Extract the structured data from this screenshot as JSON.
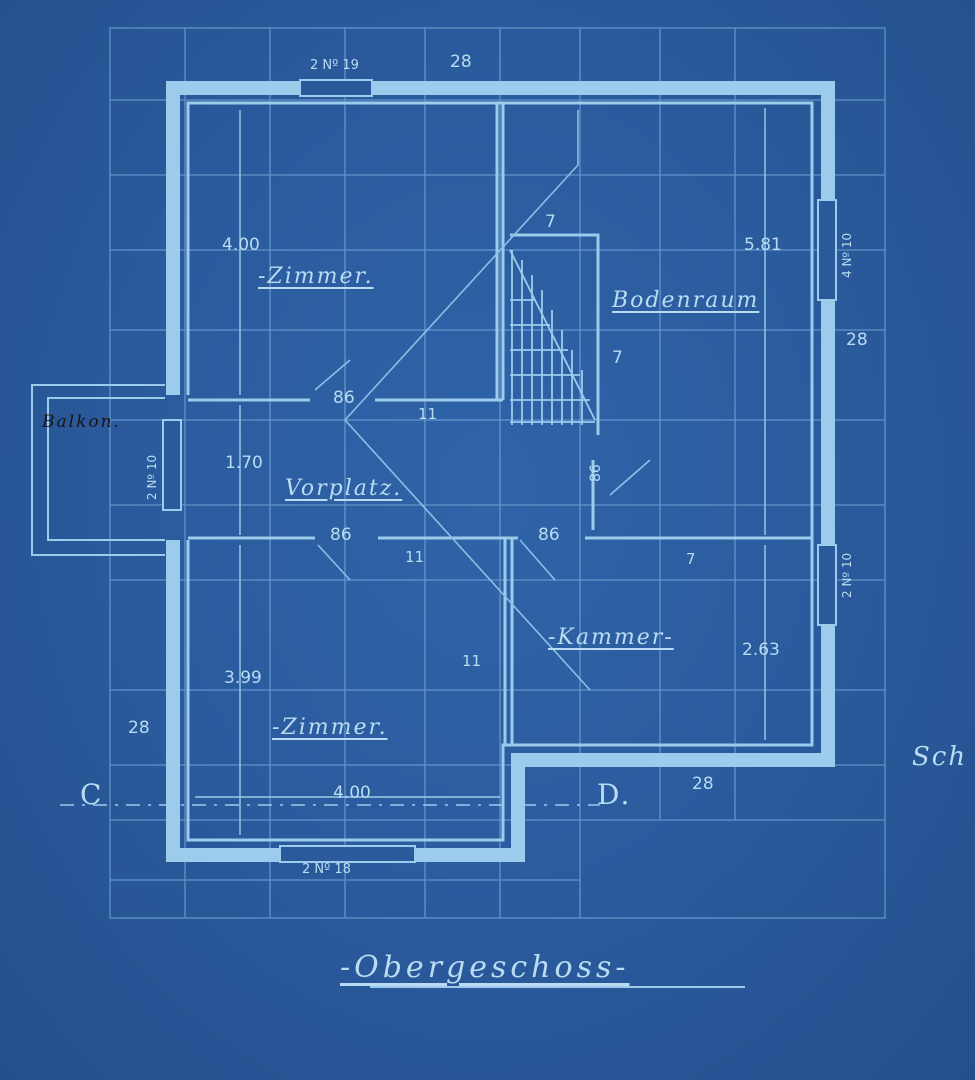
{
  "rooms": {
    "zimmer_top": "-Zimmer.",
    "bodenraum": "Bodenraum",
    "vorplatz": "Vorplatz.",
    "kammer": "-Kammer-",
    "zimmer_bottom": "-Zimmer."
  },
  "plan_title": "-Obergeschoss-",
  "balcony": "Balkon.",
  "section_marks": {
    "c": "C",
    "d": "D."
  },
  "dimensions": {
    "top_wall": "28",
    "right_wall": "28",
    "left_wall": "28",
    "bottom_wall": "28",
    "zimmer_top_width": "4.00",
    "bodenraum_depth": "5.81",
    "vorplatz_depth": "1.70",
    "door_86_a": "86",
    "door_86_b": "86",
    "door_86_c": "86",
    "door_86_vert": "86",
    "partition_11_a": "11",
    "partition_11_b": "11",
    "partition_11_c": "11",
    "stair_7_a": "7",
    "stair_7_b": "7",
    "partition_7": "7",
    "kammer_depth": "2.63",
    "zimmer_bottom_depth": "3.99",
    "zimmer_bottom_width": "4.00",
    "window_top": "2 Nº 19",
    "window_bottom": "2 Nº 18",
    "window_right_a": "4 Nº 10",
    "window_right_b": "2 Nº 10",
    "window_left": "2 Nº 10",
    "margin_note": "Sch"
  }
}
